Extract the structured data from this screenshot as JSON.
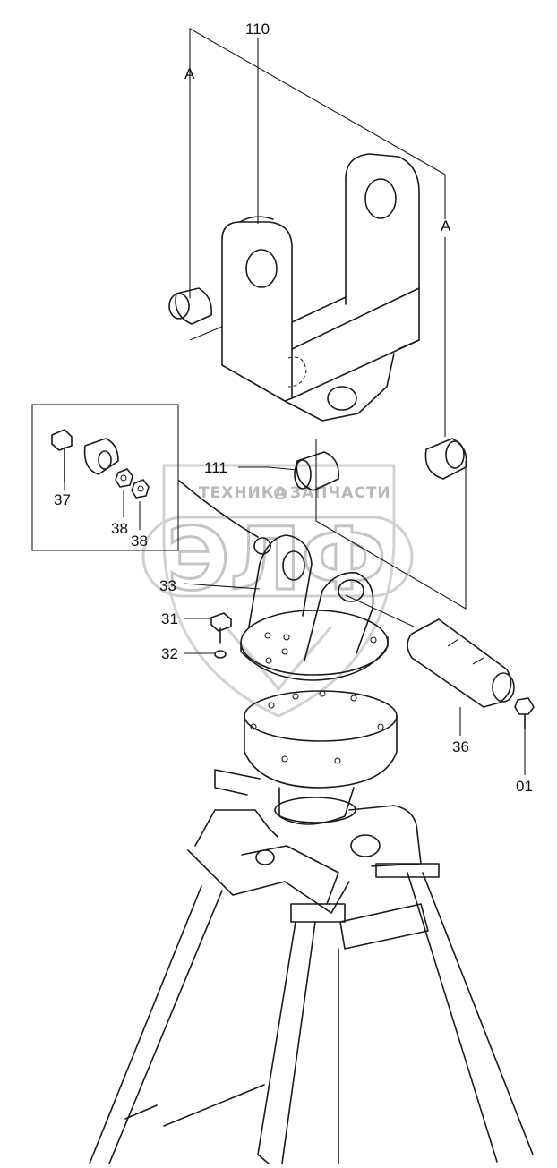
{
  "callouts": {
    "p110": "110",
    "p111": "111",
    "p37": "37",
    "p38a": "38",
    "p38b": "38",
    "p33": "33",
    "p31": "31",
    "p32": "32",
    "p36": "36",
    "p01": "01",
    "refA1": "A",
    "refA2": "A"
  },
  "watermark": {
    "line1_left": "ТЕХНИКА",
    "line1_right": "ЗАПЧАСТИ",
    "logo": "ЭЛФ"
  },
  "colors": {
    "line": "#1a1a1a",
    "watermark": "#c4c4c4",
    "background": "#ffffff"
  }
}
